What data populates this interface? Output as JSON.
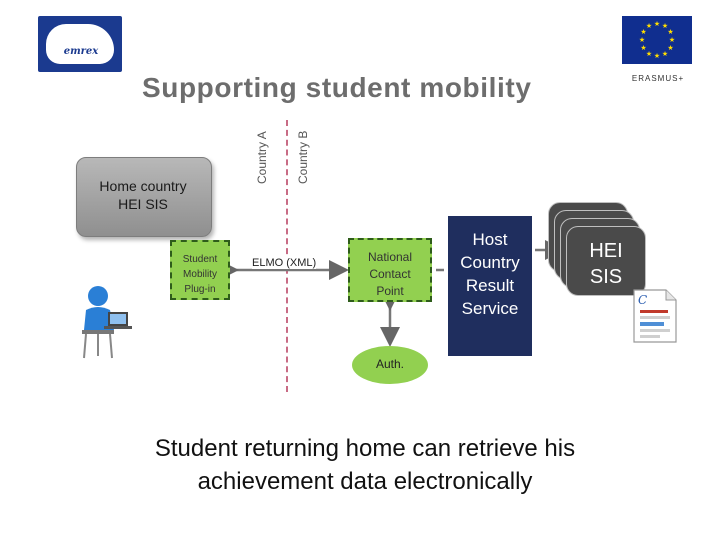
{
  "header": {
    "title": "Supporting student mobility",
    "erasmus_label": "ERASMUS+",
    "logo_text": "emrex"
  },
  "lanes": {
    "country_a": "Country A",
    "country_b": "Country B"
  },
  "nodes": {
    "home_sis_line1": "Home country",
    "home_sis_line2": "HEI SIS",
    "plugin_line1": "Student",
    "plugin_line2": "Mobility",
    "plugin_line3": "Plug-in",
    "elmo": "ELMO (XML)",
    "ncp_line1": "National",
    "ncp_line2": "Contact",
    "ncp_line3": "Point",
    "host_line1": "Host",
    "host_line2": "Country",
    "host_line3": "Result",
    "host_line4": "Service",
    "hei_line1": "HEI",
    "hei_line2": "SIS",
    "auth": "Auth."
  },
  "caption": {
    "line1": "Student returning home can retrieve his",
    "line2": "achievement data electronically"
  },
  "colors": {
    "green_box": "#92d050",
    "host_box": "#1f2e5e",
    "hei_box": "#4a4a4a",
    "divider": "#c86b85",
    "eu_blue": "#102e8f",
    "eu_star": "#ffdd00"
  }
}
